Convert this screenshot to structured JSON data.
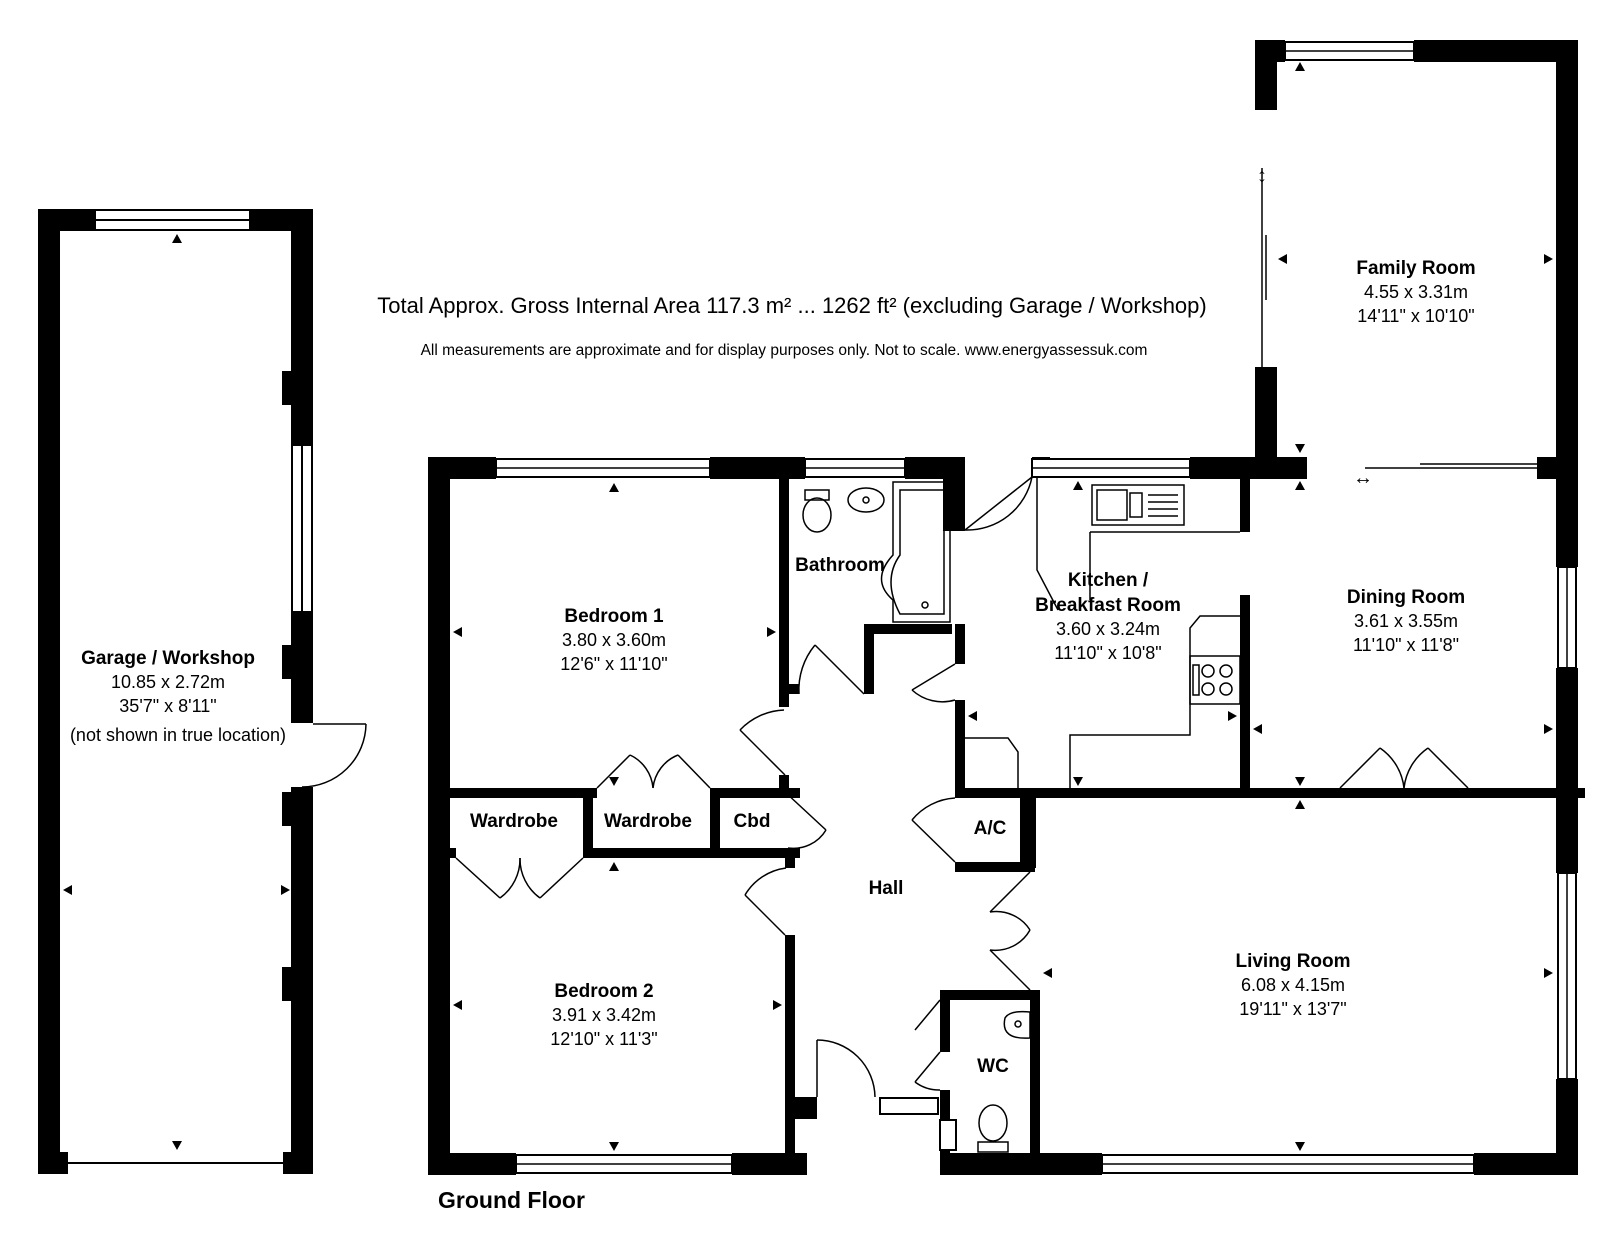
{
  "header": {
    "total_area": "Total Approx. Gross Internal Area 117.3 m² ... 1262 ft² (excluding Garage / Workshop)",
    "disclaimer": "All measurements are approximate and for display purposes only. Not to scale. www.energyassessuk.com"
  },
  "floor_label": "Ground Floor",
  "rooms": {
    "garage": {
      "name": "Garage / Workshop",
      "metric": "10.85 x 2.72m",
      "imperial": "35'7\" x 8'11\"",
      "note": "(not shown in true location)"
    },
    "family": {
      "name": "Family Room",
      "metric": "4.55 x 3.31m",
      "imperial": "14'11\" x 10'10\""
    },
    "bedroom1": {
      "name": "Bedroom 1",
      "metric": "3.80 x 3.60m",
      "imperial": "12'6\" x 11'10\""
    },
    "bathroom": {
      "name": "Bathroom"
    },
    "kitchen": {
      "name_line1": "Kitchen /",
      "name_line2": "Breakfast Room",
      "metric": "3.60 x 3.24m",
      "imperial": "11'10\" x 10'8\""
    },
    "dining": {
      "name": "Dining Room",
      "metric": "3.61 x 3.55m",
      "imperial": "11'10\" x 11'8\""
    },
    "wardrobe1": {
      "name": "Wardrobe"
    },
    "wardrobe2": {
      "name": "Wardrobe"
    },
    "cbd": {
      "name": "Cbd"
    },
    "ac": {
      "name": "A/C"
    },
    "hall": {
      "name": "Hall"
    },
    "bedroom2": {
      "name": "Bedroom 2",
      "metric": "3.91 x 3.42m",
      "imperial": "12'10\" x 11'3\""
    },
    "living": {
      "name": "Living Room",
      "metric": "6.08 x 4.15m",
      "imperial": "19'11\" x 13'7\""
    },
    "wc": {
      "name": "WC"
    }
  }
}
